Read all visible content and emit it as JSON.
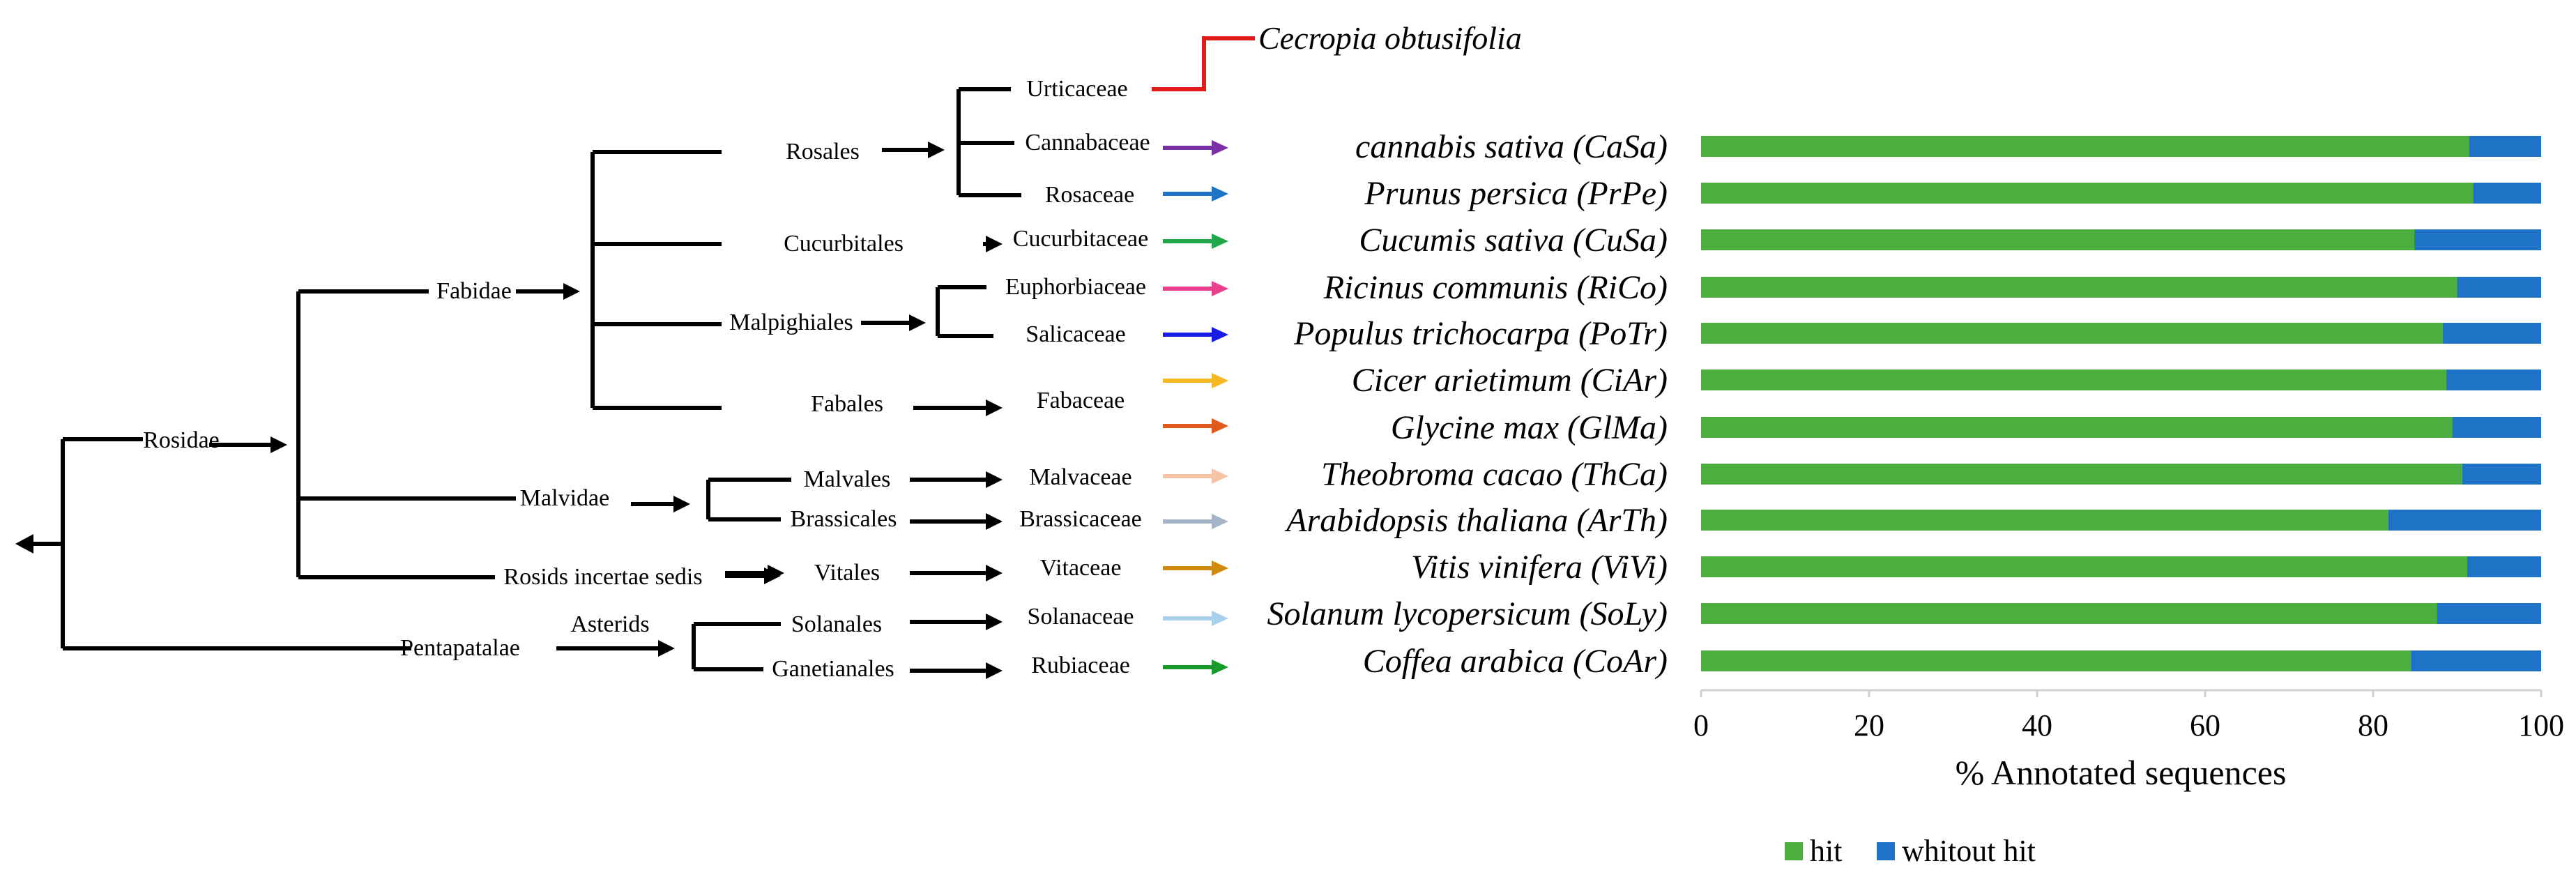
{
  "colors": {
    "line": "#000000",
    "hit": "#4cae3f",
    "without_hit": "#1f73c6",
    "cecropia_branch": "#e01b1b"
  },
  "tree": {
    "root_arrow_icon": "left-arrow-icon",
    "clades": {
      "rosidae": "Rosidae",
      "fabidae": "Fabidae",
      "malvidae": "Malvidae",
      "rosids_incertae_sedis": "Rosids incertae  sedis",
      "pentapatalae": "Pentapatalae",
      "asterids": "Asterids"
    },
    "orders": {
      "rosales": "Rosales",
      "cucurbitales": "Cucurbitales",
      "malpighiales": "Malpighiales",
      "fabales": "Fabales",
      "malvales": "Malvales",
      "brassicales": "Brassicales",
      "vitales": "Vitales",
      "solanales": "Solanales",
      "ganetianales": "Ganetianales"
    },
    "families": {
      "urticaceae": "Urticaceae",
      "cannabaceae": "Cannabaceae",
      "rosaceae": "Rosaceae",
      "cucurbitaceae": "Cucurbitaceae",
      "euphorbiaceae": "Euphorbiaceae",
      "salicaceae": "Salicaceae",
      "fabaceae": "Fabaceae",
      "malvaceae": "Malvaceae",
      "brassicaceae": "Brassicaceae",
      "vitaceae": "Vitaceae",
      "solanaceae": "Solanaceae",
      "rubiaceae": "Rubiaceae"
    },
    "cecropia": "Cecropia obtusifolia",
    "species_arrow_colors": [
      "#7b2fa5",
      "#1f73c6",
      "#22a84a",
      "#e8408c",
      "#1a1ae6",
      "#f5b820",
      "#e05a1e",
      "#f6c4a4",
      "#a5b4c8",
      "#d08a10",
      "#a8d0ea",
      "#1a9a2a"
    ]
  },
  "chart_data": {
    "type": "bar",
    "stacked": true,
    "orientation": "horizontal",
    "categories": [
      "cannabis sativa (CaSa)",
      "Prunus persica (PrPe)",
      "Cucumis sativa (CuSa)",
      "Ricinus communis (RiCo)",
      "Populus trichocarpa (PoTr)",
      "Cicer arietimum (CiAr)",
      "Glycine max (GlMa)",
      "Theobroma cacao (ThCa)",
      "Arabidopsis thaliana (ArTh)",
      "Vitis vinifera (ViVi)",
      "Solanum lycopersicum (SoLy)",
      "Coffea arabica (CoAr)"
    ],
    "series": [
      {
        "name": "hit",
        "values": [
          91.4,
          91.9,
          84.9,
          90.0,
          88.3,
          88.7,
          89.4,
          90.6,
          81.8,
          91.2,
          87.6,
          84.5
        ]
      },
      {
        "name": "whitout hit",
        "values": [
          8.6,
          8.1,
          15.1,
          10.0,
          11.7,
          11.3,
          10.6,
          9.4,
          18.2,
          8.8,
          12.4,
          15.5
        ]
      }
    ],
    "xlabel": "% Annotated sequences",
    "ylabel": "",
    "xlim": [
      0,
      100
    ],
    "xticks": [
      "0",
      "20",
      "40",
      "60",
      "80",
      "100"
    ],
    "grid": false,
    "legend_position": "bottom"
  }
}
